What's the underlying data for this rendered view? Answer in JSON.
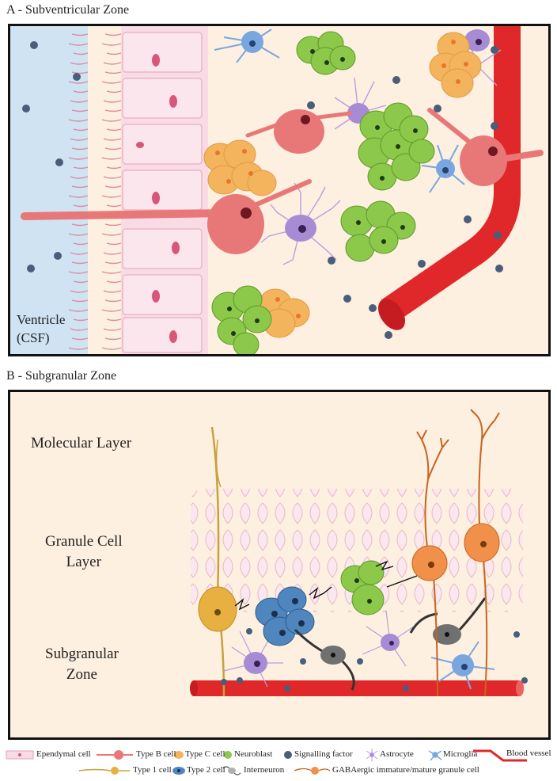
{
  "panel_a": {
    "title": "A - Subventricular Zone",
    "ventricle_label_1": "Ventricle",
    "ventricle_label_2": "(CSF)"
  },
  "panel_b": {
    "title": "B - Subgranular Zone",
    "molecular_layer": "Molecular Layer",
    "granule_layer_1": "Granule Cell",
    "granule_layer_2": "Layer",
    "subgranular_1": "Subgranular",
    "subgranular_2": "Zone"
  },
  "legend": {
    "ependymal": "Ependymal cell",
    "type_b": "Type B cell",
    "type_c": "Type C cell",
    "neuroblast": "Neuroblast",
    "signalling": "Signalling factor",
    "astrocyte": "Astrocyte",
    "microglia": "Microglia",
    "blood_vessel": "Blood vessel",
    "type_1": "Type 1 cell",
    "type_2": "Type 2 cell",
    "interneuron": "Interneuron",
    "gabaergic": "GABAergic immature/mature granule cell"
  },
  "colors": {
    "ventricle": "#cfe3f3",
    "ependymal": "#f8dbe4",
    "type_b": "#e87878",
    "type_c": "#f4b45e",
    "neuroblast": "#8cc84a",
    "astrocyte": "#a78bd4",
    "microglia": "#7aa6e0",
    "blood_vessel": "#e0282a",
    "signalling": "#4a5d7a",
    "type_1": "#e8b040",
    "type_2": "#4f86bd",
    "interneuron": "#707070",
    "granule": "#f0904a"
  }
}
